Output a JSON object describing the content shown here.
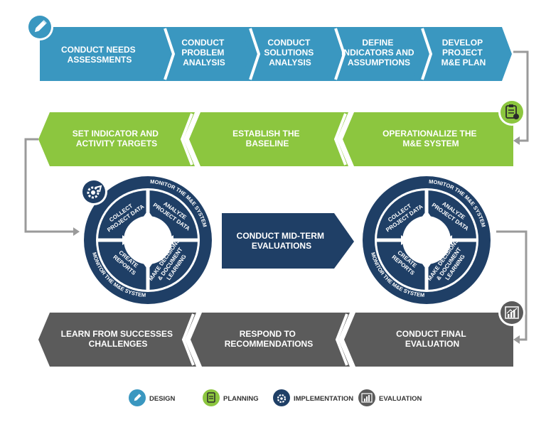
{
  "colors": {
    "design": "#3a97c0",
    "planning": "#8cc63f",
    "implementation": "#1f3f66",
    "evaluation": "#5b5b5b",
    "connector": "#9a9a9a"
  },
  "design_row": [
    {
      "line1": "CONDUCT NEEDS",
      "line2": "ASSESSMENTS",
      "line3": ""
    },
    {
      "line1": "CONDUCT",
      "line2": "PROBLEM",
      "line3": "ANALYSIS"
    },
    {
      "line1": "CONDUCT",
      "line2": "SOLUTIONS",
      "line3": "ANALYSIS"
    },
    {
      "line1": "DEFINE",
      "line2": "INDICATORS AND",
      "line3": "ASSUMPTIONS"
    },
    {
      "line1": "DEVELOP",
      "line2": "PROJECT",
      "line3": "M&E PLAN"
    }
  ],
  "planning_row": [
    {
      "line1": "OPERATIONALIZE THE",
      "line2": "M&E SYSTEM"
    },
    {
      "line1": "ESTABLISH THE",
      "line2": "BASELINE"
    },
    {
      "line1": "SET INDICATOR AND",
      "line2": "ACTIVITY TARGETS"
    }
  ],
  "implementation": {
    "midterm": {
      "line1": "CONDUCT MID-TERM",
      "line2": "EVALUATIONS"
    },
    "ring_label": "MONITOR THE M&E SYSTEM",
    "segments": [
      {
        "line1": "COLLECT",
        "line2": "PROJECT DATA",
        "line3": ""
      },
      {
        "line1": "ANALYZE",
        "line2": "PROJECT DATA",
        "line3": ""
      },
      {
        "line1": "MAKE DECISIONS",
        "line2": "& DOCUMENT",
        "line3": "LEARNING"
      },
      {
        "line1": "CREATE",
        "line2": "REPORTS",
        "line3": ""
      }
    ]
  },
  "evaluation_row": [
    {
      "line1": "CONDUCT FINAL",
      "line2": "EVALUATION"
    },
    {
      "line1": "RESPOND TO",
      "line2": "RECOMMENDATIONS"
    },
    {
      "line1": "LEARN FROM SUCCESSES",
      "line2": "CHALLENGES"
    }
  ],
  "legend": [
    {
      "label": "DESIGN",
      "icon": "pencil-icon"
    },
    {
      "label": "PLANNING",
      "icon": "clipboard-icon"
    },
    {
      "label": "IMPLEMENTATION",
      "icon": "gear-icon"
    },
    {
      "label": "EVALUATION",
      "icon": "chart-icon"
    }
  ]
}
